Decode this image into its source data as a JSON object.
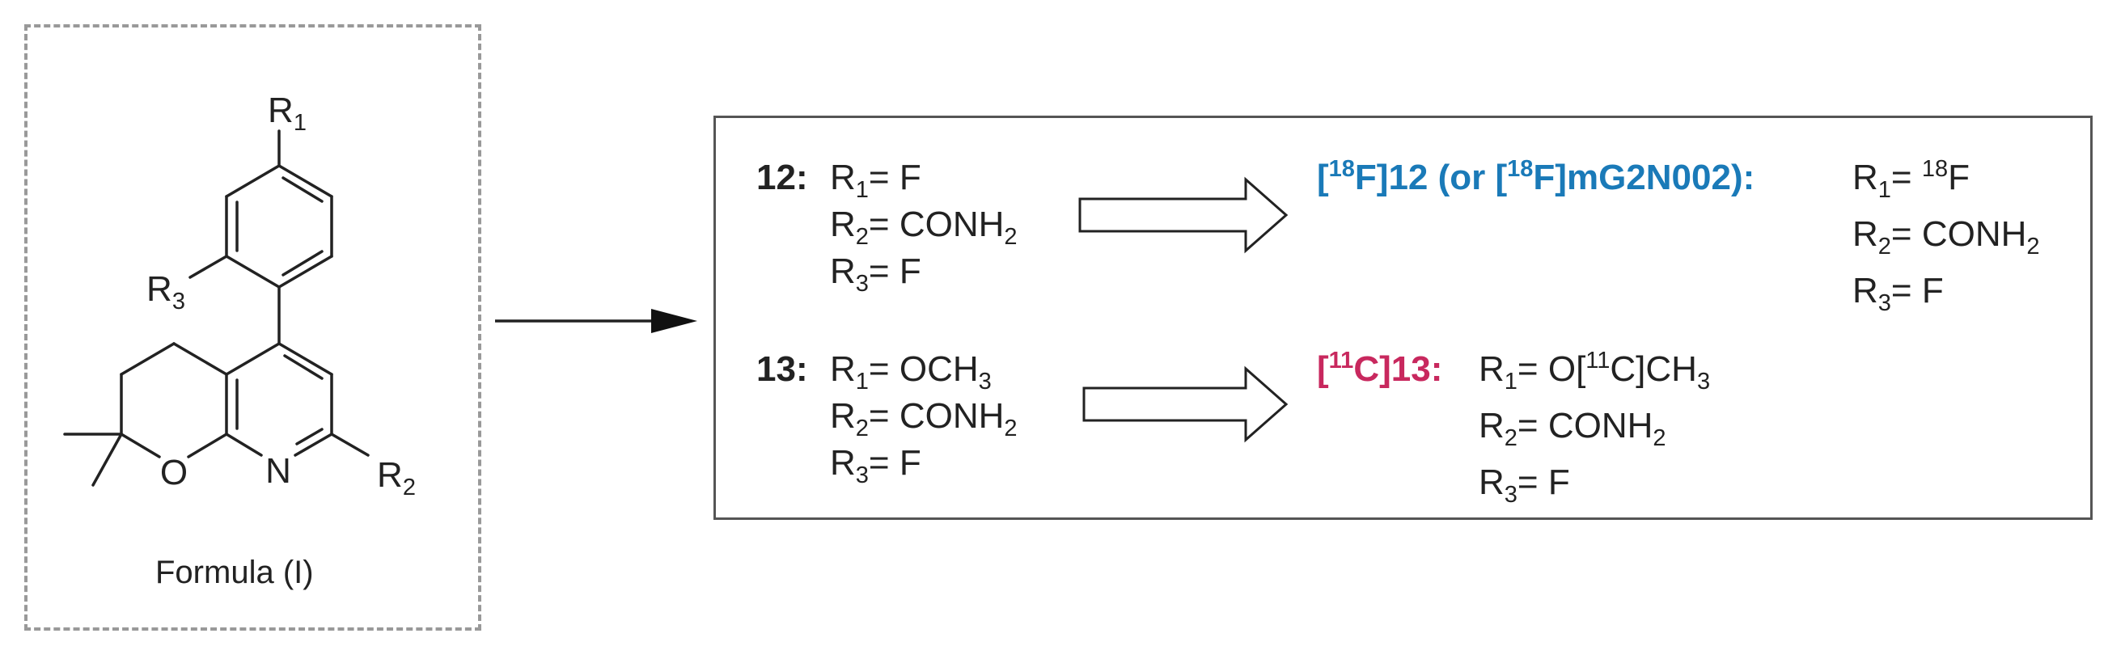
{
  "formula": {
    "caption": "Formula (I)",
    "atoms": {
      "r1": "R",
      "r1_sub": "1",
      "r3": "R",
      "r3_sub": "3",
      "o": "O",
      "n": "N",
      "r2": "R",
      "r2_sub": "2"
    }
  },
  "compounds": [
    {
      "id": "12:",
      "r1_label": "R",
      "r1_sub": "1",
      "r1_eq": "= F",
      "r2_label": "R",
      "r2_sub": "2",
      "r2_eq": "= CONH",
      "r2_tail": "2",
      "r3_label": "R",
      "r3_sub": "3",
      "r3_eq": "= F"
    },
    {
      "id": "13:",
      "r1_label": "R",
      "r1_sub": "1",
      "r1_eq": "= OCH",
      "r1_tail": "3",
      "r2_label": "R",
      "r2_sub": "2",
      "r2_eq": "= CONH",
      "r2_tail": "2",
      "r3_label": "R",
      "r3_sub": "3",
      "r3_eq": "= F"
    }
  ],
  "products": [
    {
      "color": "#1a7ab8",
      "name_a": "[",
      "iso_a": "18",
      "name_b": "F]12 (or [",
      "iso_b": "18",
      "name_c": "F]mG2N002):",
      "r1_label": "R",
      "r1_sub": "1",
      "r1_eq": "= ",
      "r1_iso": "18",
      "r1_tail": "F",
      "r2_label": "R",
      "r2_sub": "2",
      "r2_eq": "= CONH",
      "r2_tail": "2",
      "r3_label": "R",
      "r3_sub": "3",
      "r3_eq": "= F"
    },
    {
      "color": "#c8285e",
      "name_a": "[",
      "iso_a": "11",
      "name_b": "C]13:",
      "r1_label": "R",
      "r1_sub": "1",
      "r1_eq": "= O[",
      "r1_iso": "11",
      "r1_mid": "C]CH",
      "r1_tail": "3",
      "r2_label": "R",
      "r2_sub": "2",
      "r2_eq": "= CONH",
      "r2_tail": "2",
      "r3_label": "R",
      "r3_sub": "3",
      "r3_eq": "= F"
    }
  ]
}
